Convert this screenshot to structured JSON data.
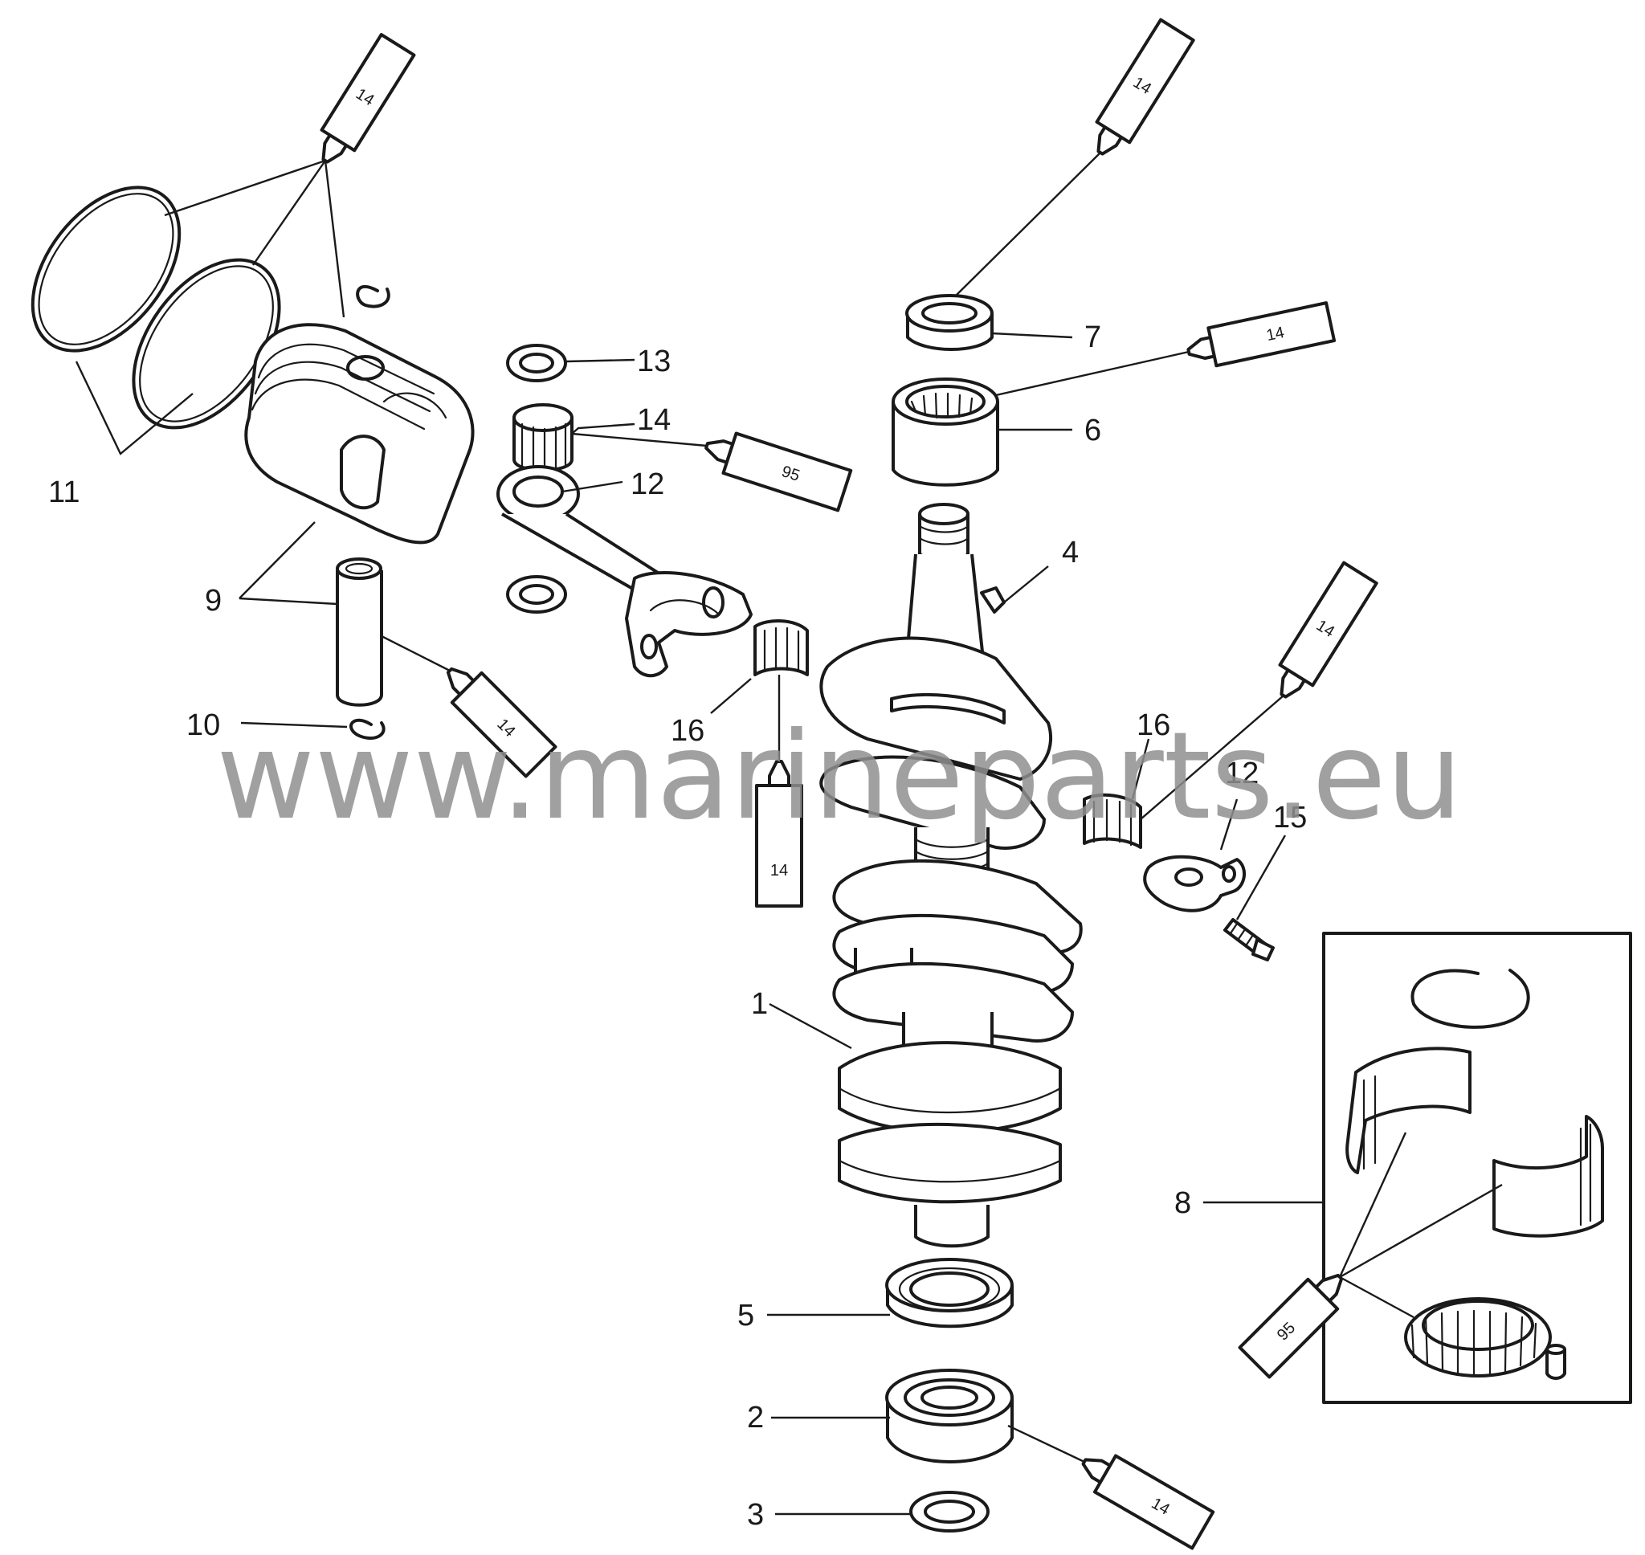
{
  "watermark": "www.marineparts.eu",
  "callouts": {
    "c1": "1",
    "c2": "2",
    "c3": "3",
    "c4": "4",
    "c5": "5",
    "c6": "6",
    "c7": "7",
    "c8": "8",
    "c9": "9",
    "c10": "10",
    "c11": "11",
    "c12a": "12",
    "c12b": "12",
    "c13": "13",
    "c14": "14",
    "c15": "15",
    "c16a": "16",
    "c16b": "16"
  },
  "lubricant_tubes": {
    "t1": "14",
    "t2": "14",
    "t3": "14",
    "t4": "95",
    "t5": "14",
    "t6": "14",
    "t7": "14",
    "t8": "14",
    "t9": "95"
  }
}
